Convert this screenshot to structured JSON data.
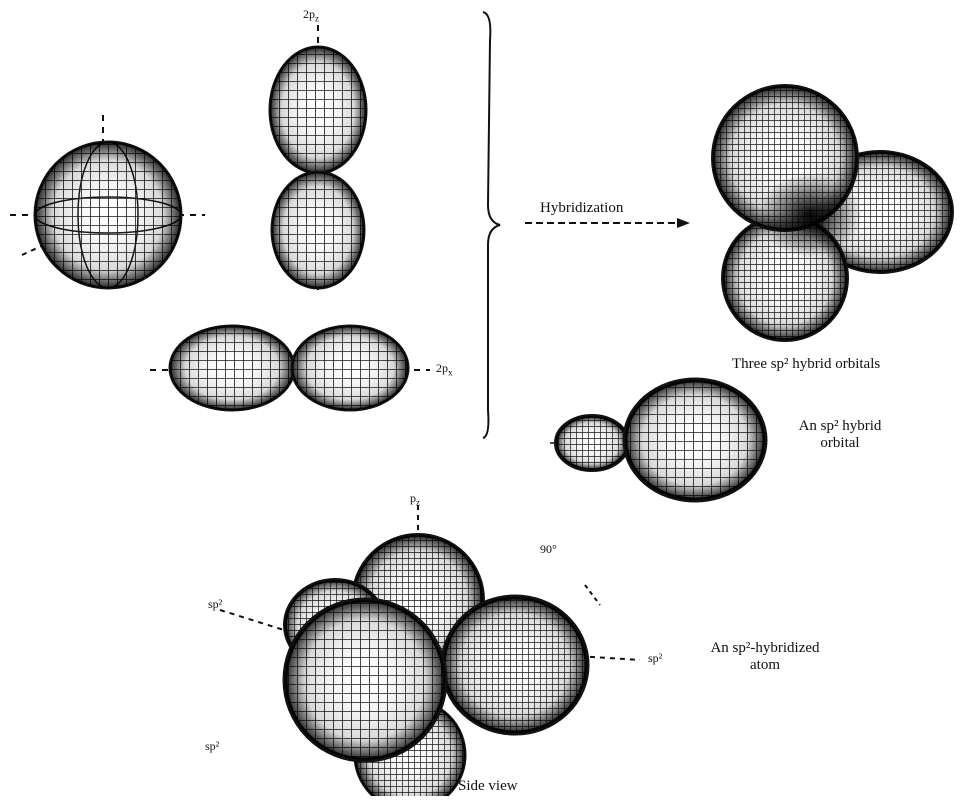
{
  "labels": {
    "axis_2pz": "2p",
    "axis_2px": "2p",
    "hybridization": "Hybridization",
    "three_sp2": "Three sp² hybrid orbitals",
    "single_sp2_line1": "An sp² hybrid",
    "single_sp2_line2": "orbital",
    "bottom_pz": "p",
    "bottom_90": "90",
    "bottom_sp2_left": "sp²",
    "bottom_sp2_right": "sp²",
    "bottom_sp2_lower": "sp²",
    "hybridized_atom_line1": "An sp²-hybridized",
    "hybridized_atom_line2": "atom",
    "side_view": "Side view"
  },
  "colors": {
    "ink": "#111111",
    "paper": "#ffffff",
    "shade": "#1a1a1a"
  }
}
